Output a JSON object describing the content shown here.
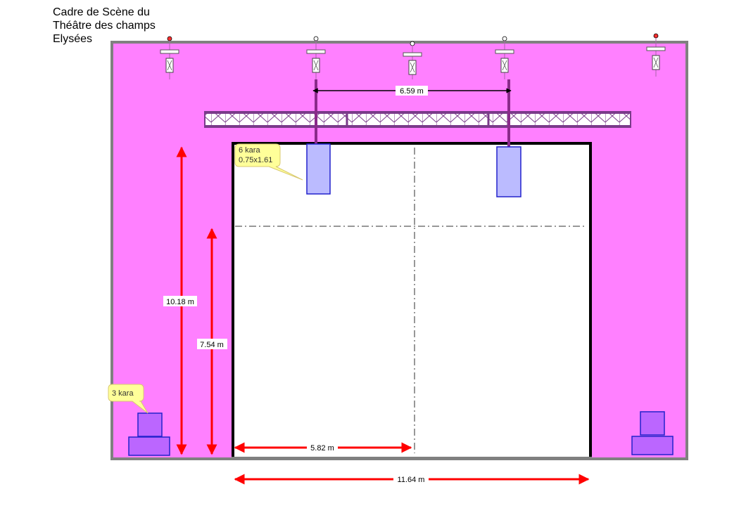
{
  "title": "Cadre de Scène du\nThéâtre des champs\n Elysées",
  "dimensions": {
    "truss_span": "6.59 m",
    "frame_height": "10.18 m",
    "opening_height": "7.54 m",
    "half_width": "5.82 m",
    "full_width": "11.64 m"
  },
  "callouts": {
    "array_line1": "6 kara",
    "array_line2": "0.75x1.61",
    "ground_stack": "3 kara"
  },
  "colors": {
    "frame_fill": "#ff80ff",
    "frame_border": "#808080",
    "dimension_arrow": "#ff0000",
    "speaker_fill": "#bbbbff",
    "speaker_border": "#2222cc",
    "sub_fill": "#bb66ff",
    "callout_fill": "#ffff99"
  },
  "icons": {
    "rigging_point": "chain-hoist-icon",
    "truss": "truss-icon"
  }
}
